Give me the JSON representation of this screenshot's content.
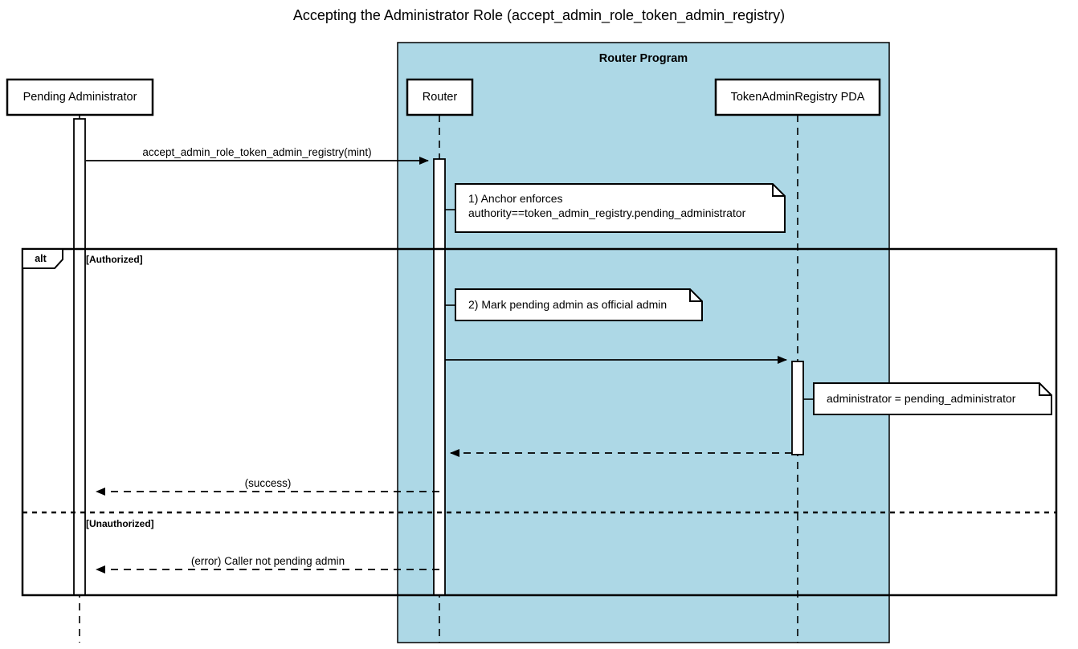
{
  "diagram": {
    "title": "Accepting the Administrator Role (accept_admin_role_token_admin_registry)",
    "type": "uml-sequence-diagram",
    "colors": {
      "group_background": "#add8e6",
      "participant_fill": "#ffffff",
      "note_fill": "#ffffff",
      "stroke": "#000000",
      "canvas": "#ffffff"
    }
  },
  "group": {
    "title": "Router Program"
  },
  "participants": [
    {
      "id": "pending-administrator",
      "label": "Pending Administrator"
    },
    {
      "id": "router",
      "label": "Router"
    },
    {
      "id": "token-admin-registry-pda",
      "label": "TokenAdminRegistry PDA"
    }
  ],
  "messages": [
    {
      "id": "msg-accept-admin-role",
      "label": "accept_admin_role_token_admin_registry(mint)",
      "from": "pending-administrator",
      "to": "router",
      "style": "solid",
      "arrow": "filled"
    },
    {
      "id": "msg-update-registry",
      "label": "",
      "from": "router",
      "to": "token-admin-registry-pda",
      "style": "solid",
      "arrow": "filled"
    },
    {
      "id": "msg-registry-return",
      "label": "",
      "from": "token-admin-registry-pda",
      "to": "router",
      "style": "dashed",
      "arrow": "filled"
    },
    {
      "id": "msg-success",
      "label": "(success)",
      "from": "router",
      "to": "pending-administrator",
      "style": "dashed",
      "arrow": "filled"
    },
    {
      "id": "msg-error",
      "label": "(error) Caller not pending admin",
      "from": "router",
      "to": "pending-administrator",
      "style": "dashed",
      "arrow": "filled"
    }
  ],
  "notes": [
    {
      "id": "note-anchor-enforces",
      "lines": [
        "1) Anchor enforces",
        "authority==token_admin_registry.pending_administrator"
      ],
      "attached_to": "router"
    },
    {
      "id": "note-mark-pending-admin",
      "lines": [
        "2) Mark pending admin as official admin"
      ],
      "attached_to": "router"
    },
    {
      "id": "note-administrator-assignment",
      "lines": [
        "administrator = pending_administrator"
      ],
      "attached_to": "token-admin-registry-pda"
    }
  ],
  "fragment": {
    "operator": "alt",
    "branches": [
      {
        "id": "branch-authorized",
        "guard": "[Authorized]"
      },
      {
        "id": "branch-unauthorized",
        "guard": "[Unauthorized]"
      }
    ]
  }
}
